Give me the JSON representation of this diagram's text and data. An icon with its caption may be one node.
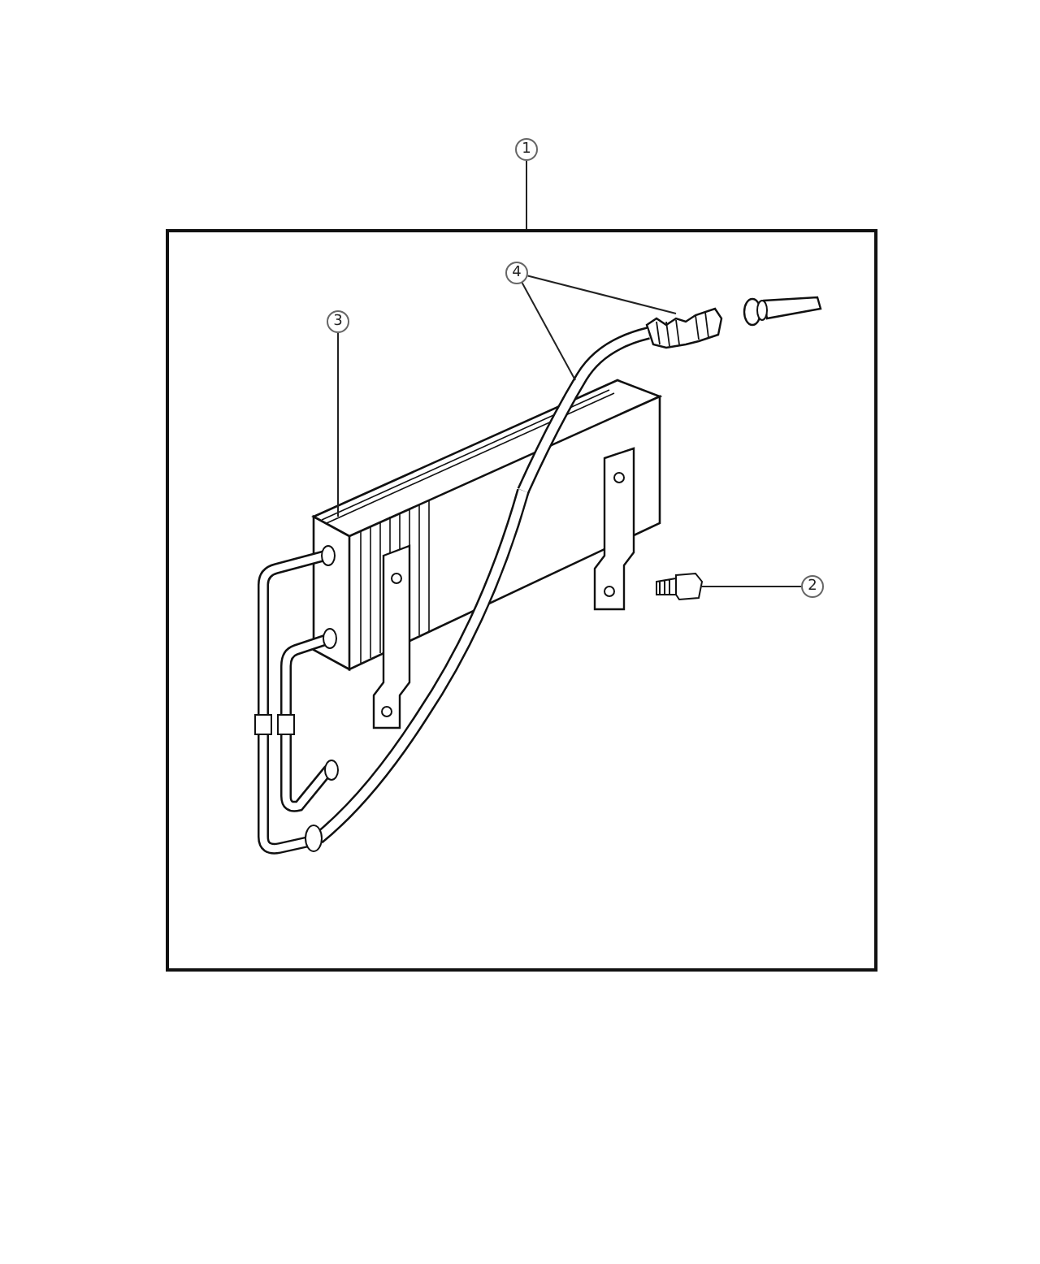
{
  "diagram": {
    "nodes": [
      {
        "text": [
          "1"
        ]
      },
      {
        "text": [],
        "shape": "box"
      },
      {
        "text": [
          "4"
        ],
        "in": 1
      },
      {
        "text": [
          "3"
        ],
        "in": 1
      },
      {
        "text": [],
        "shape": "picture",
        "in": 1
      },
      {
        "text": [],
        "shape": "picture",
        "in": 1
      },
      {
        "text": [],
        "shape": "picture",
        "in": 1
      },
      {
        "text": [
          "2"
        ],
        "in": 1
      },
      {
        "text": [],
        "shape": "picture",
        "in": 1
      }
    ],
    "edges": [
      {
        "from": 0,
        "to": 1,
        "arrow": "none"
      },
      {
        "from": 2,
        "to": 5,
        "arrow": "none"
      },
      {
        "from": 2,
        "to": 6,
        "arrow": "none"
      },
      {
        "from": 3,
        "to": 4,
        "arrow": "none"
      },
      {
        "from": 7,
        "to": 8,
        "arrow": "none"
      }
    ]
  }
}
